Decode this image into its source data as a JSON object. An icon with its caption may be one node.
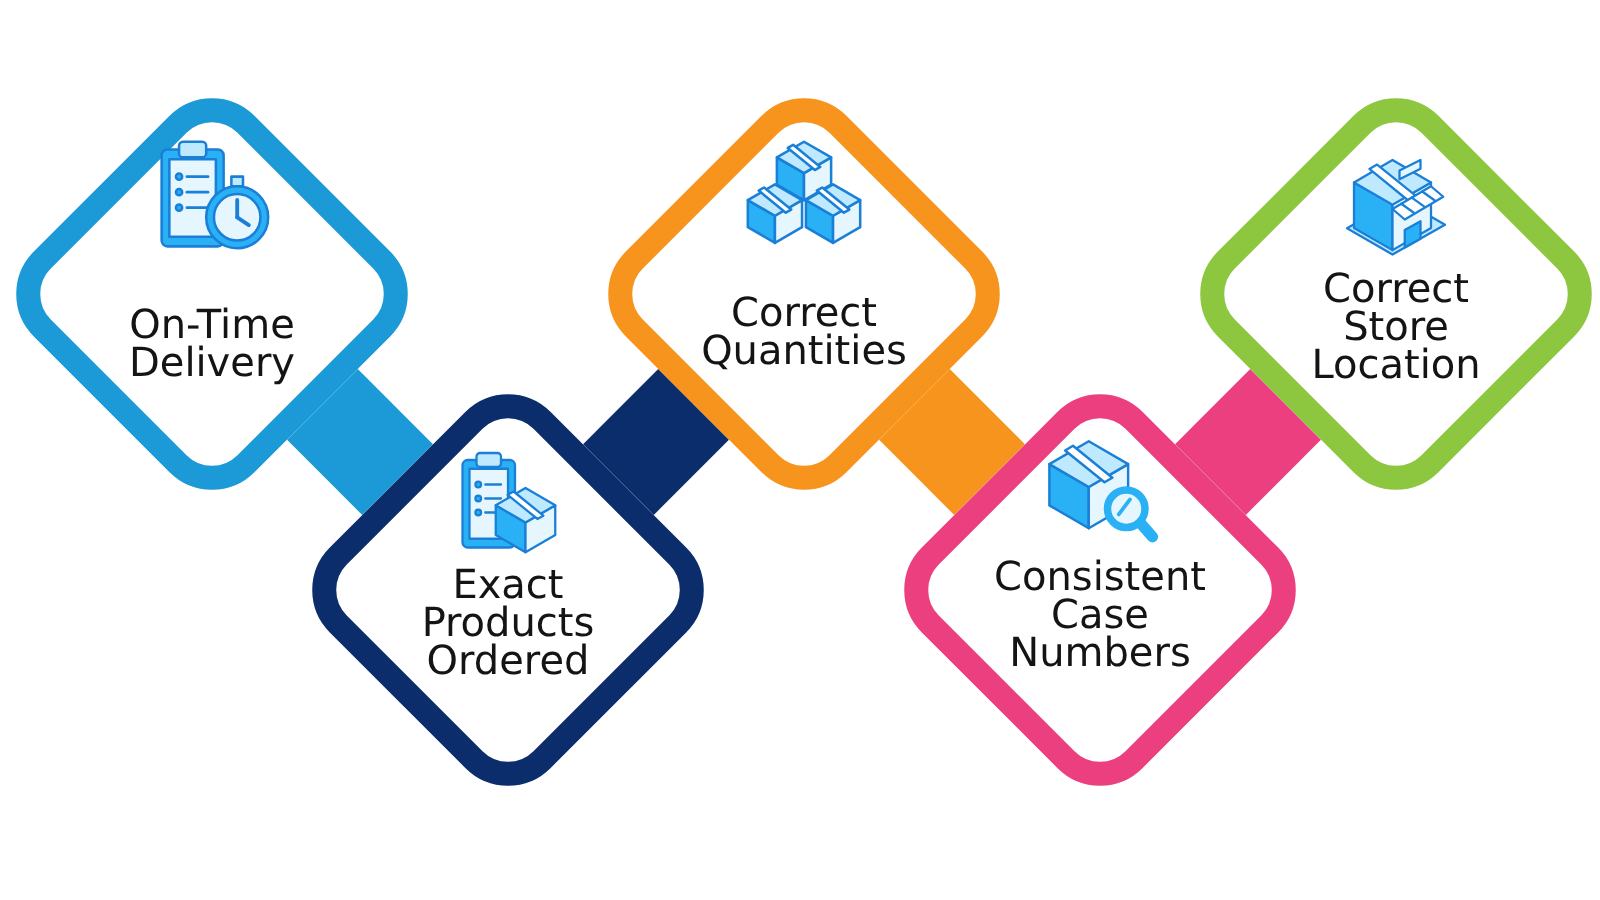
{
  "diagram": {
    "nodes": [
      {
        "text": [
          "On-Time Delivery"
        ]
      },
      {
        "text": [
          "Exact Products Ordered"
        ]
      },
      {
        "text": [
          "Correct Quantities"
        ]
      },
      {
        "text": [
          "Consistent Case Numbers"
        ]
      },
      {
        "text": [
          "Correct Store Location"
        ]
      }
    ],
    "edges": [
      {
        "from": 0,
        "to": 1,
        "arrow": "none",
        "color": "#1b9ad7"
      },
      {
        "from": 1,
        "to": 2,
        "arrow": "none",
        "color": "#0c2d6b"
      },
      {
        "from": 2,
        "to": 3,
        "arrow": "none",
        "color": "#f7941d"
      },
      {
        "from": 3,
        "to": 4,
        "arrow": "none",
        "color": "#ec3f7f"
      }
    ]
  }
}
